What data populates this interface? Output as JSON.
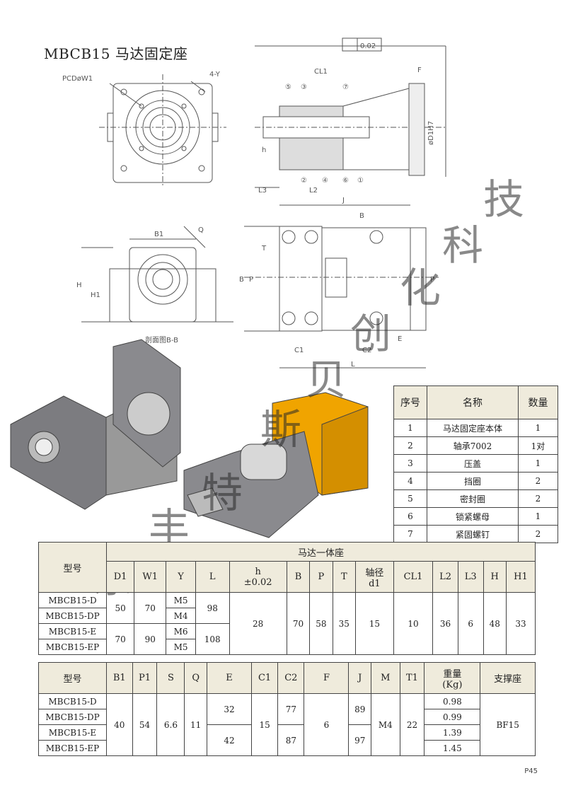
{
  "title": "MBCB15 马达固定座",
  "labels": {
    "pcd": "PCDøW1",
    "four_y": "4-Y",
    "tolerance": "0.02",
    "cl1": "CL1",
    "f": "F",
    "h": "h",
    "d1h7": "øD1H7",
    "l2": "L2",
    "l3": "L3",
    "j": "J",
    "b1": "B1",
    "q": "Q",
    "big_h": "H",
    "h1": "H1",
    "section": "剖面图B-B",
    "b_top": "B",
    "b_left": "B",
    "t": "T",
    "p_left": "P",
    "p_right": "P",
    "c1": "C1",
    "c2": "C2",
    "e": "E",
    "l": "L",
    "n1": "①",
    "n2": "②",
    "n3": "③",
    "n4": "④",
    "n5": "⑤",
    "n6": "⑥",
    "n7": "⑦"
  },
  "watermark": [
    "丰",
    "东",
    "斯",
    "贝",
    "特",
    "创",
    "化",
    "科",
    "技"
  ],
  "parts": {
    "headers": [
      "序号",
      "名称",
      "数量"
    ],
    "rows": [
      [
        "1",
        "马达固定座本体",
        "1"
      ],
      [
        "2",
        "轴承7002",
        "1对"
      ],
      [
        "3",
        "压盖",
        "1"
      ],
      [
        "4",
        "挡圈",
        "2"
      ],
      [
        "5",
        "密封圈",
        "2"
      ],
      [
        "6",
        "锁紧螺母",
        "1"
      ],
      [
        "7",
        "紧固螺钉",
        "2"
      ]
    ]
  },
  "spec1": {
    "model_label": "型号",
    "group_label": "马达一体座",
    "cols": [
      "D1",
      "W1",
      "Y",
      "L",
      "h\n±0.02",
      "B",
      "P",
      "T",
      "轴径\nd1",
      "CL1",
      "L2",
      "L3",
      "H",
      "H1"
    ],
    "models": [
      "MBCB15-D",
      "MBCB15-DP",
      "MBCB15-E",
      "MBCB15-EP"
    ],
    "d1": [
      "50",
      "70"
    ],
    "w1": [
      "70",
      "90"
    ],
    "y": [
      "M5",
      "M4",
      "M6",
      "M5"
    ],
    "l": [
      "98",
      "108"
    ],
    "shared": [
      "28",
      "70",
      "58",
      "35",
      "15",
      "10",
      "36",
      "6",
      "48",
      "33"
    ]
  },
  "spec2": {
    "model_label": "型号",
    "cols": [
      "B1",
      "P1",
      "S",
      "Q",
      "E",
      "C1",
      "C2",
      "F",
      "J",
      "M",
      "T1",
      "重量\n(Kg)",
      "支撑座"
    ],
    "models": [
      "MBCB15-D",
      "MBCB15-DP",
      "MBCB15-E",
      "MBCB15-EP"
    ],
    "b1": "40",
    "p1": "54",
    "s": "6.6",
    "q": "11",
    "e": [
      "32",
      "42"
    ],
    "c1": "15",
    "c2": [
      "77",
      "87"
    ],
    "f": "6",
    "j": [
      "89",
      "97"
    ],
    "m": "M4",
    "t1": "22",
    "weight": [
      "0.98",
      "0.99",
      "1.39",
      "1.45"
    ],
    "support": "BF15"
  },
  "page_number": "P45",
  "colors": {
    "body_gray": "#8a8a8e",
    "motor_orange": "#f0a400",
    "header_bg": "#efebdc"
  }
}
